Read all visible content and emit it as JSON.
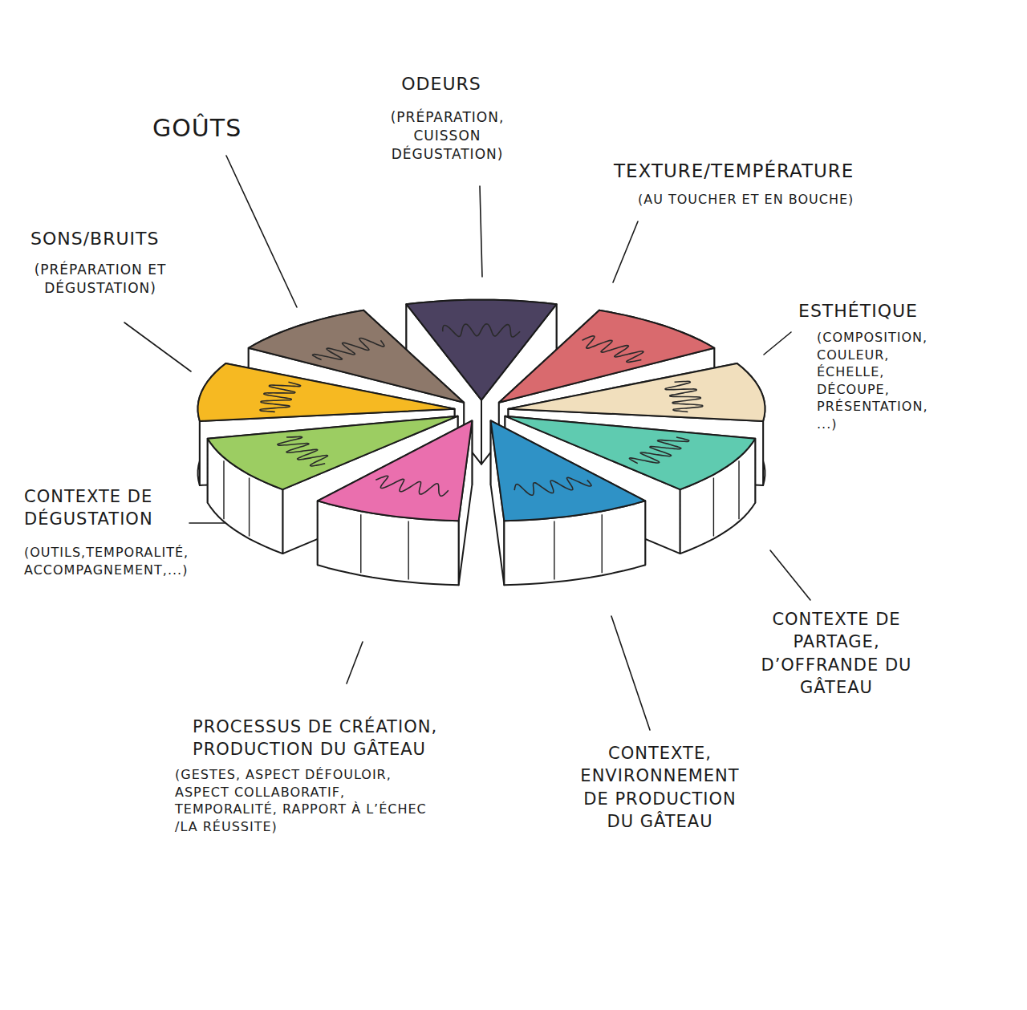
{
  "diagram": {
    "labels": [
      "GOÛTS",
      "ODEURS",
      "(PRÉPARATION, CUISSON DÉGUSTATION)",
      "TEXTURE/TEMPÉRATURE",
      "(AU TOUCHER ET EN BOUCHE)",
      "ESTHÉTIQUE",
      "(COMPOSITION, COULEUR, ÉCHELLE, DÉCOUPE, PRÉSENTATION, ...)",
      "SONS/BRUITS",
      "(PRÉPARATION ET DÉGUSTATION)",
      "CONTEXTE DE DÉGUSTATION",
      "(OUTILS,TEMPORALITÉ, ACCOMPAGNEMENT,...)",
      "PROCESSUS DE CRÉATION, PRODUCTION DU GÂTEAU",
      "(GESTES, ASPECT DÉFOULOIR, ASPECT COLLABORATIF, TEMPORALITÉ, RAPPORT À L’ÉCHEC /LA RÉUSSITE)",
      "CONTEXTE, ENVIRONNEMENT DE PRODUCTION DU GÂTEAU",
      "CONTEXTE DE PARTAGE, D’OFFRANDE DU GÂTEAU"
    ]
  }
}
